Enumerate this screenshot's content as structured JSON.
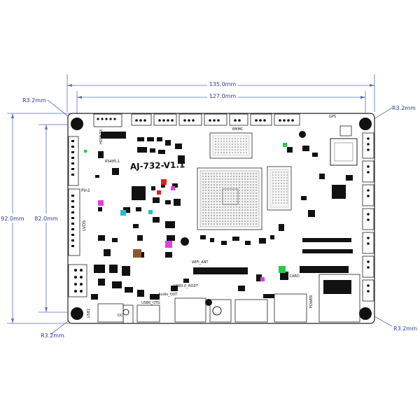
{
  "dimensions": {
    "width_outer": "135.0mm",
    "width_inner": "127.0mm",
    "height_outer": "92.0mm",
    "height_inner": "82.0mm",
    "radius_top_left": "R3.2mm",
    "radius_top_right": "R3.2mm",
    "radius_bottom_left": "R3.2mm",
    "radius_bottom_right": "R3.2mm"
  },
  "board": {
    "title": "AJ-732-V1.1",
    "labels": {
      "lvds": "LVDS",
      "pin1": "Pin1",
      "hdmi_tx": "HDMI TX",
      "rs485": "RS485-1",
      "usb_otg": "USB0_OTG",
      "usb_host": "USB3.0_HOST",
      "tf_card": "TF CARD",
      "wifi_ant": "WIFI_ANT",
      "emmc": "EMMC",
      "audio": "Audio_OUT",
      "gps": "GPS",
      "power": "POWER",
      "usb1": "USB1",
      "dc": "DC"
    }
  },
  "colors": {
    "dimension": "#2a3b8f",
    "board_outline": "#222222",
    "mount_hole": "#111111",
    "accent_magenta": "#e040e0",
    "accent_green": "#22cc44",
    "accent_red": "#e02020",
    "accent_brown": "#8a5a2b",
    "accent_cyan": "#20c0d0"
  }
}
